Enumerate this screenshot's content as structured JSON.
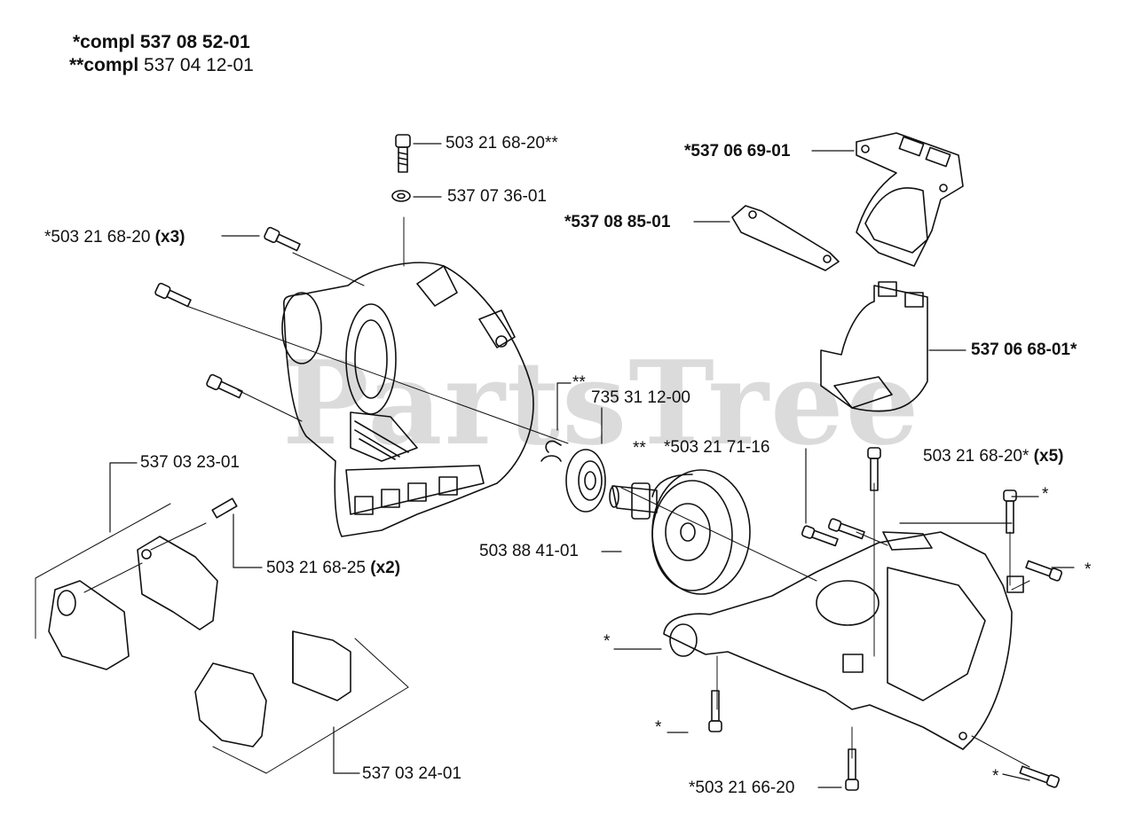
{
  "header": {
    "line1_prefix": "*compl ",
    "line1_number": "537 08 52-01",
    "line2_prefix": "**compl",
    "line2_number": " 537 04 12-01"
  },
  "watermark": "PartsTree",
  "labels": {
    "screw_top": "503 21 68-20**",
    "washer_top": "537 07 36-01",
    "screw_x3_num": "*503 21 68-20 ",
    "screw_x3_qty": "(x3)",
    "gasket_upper": "*537 06 69-01",
    "gasket_small": "*537 08 85-01",
    "cover": "537 06 68-01*",
    "star2_clip": "**",
    "bearing": "735 31 12-00",
    "star2_shaft": "**",
    "screw_71_16": "*503 21 71-16",
    "screw_x5_num": "503 21 68-20* ",
    "screw_x5_qty": "(x5)",
    "clamp_upper": "537 03 23-01",
    "screw_x2_num": "503 21 68-25 ",
    "screw_x2_qty": "(x2)",
    "flywheel": "503 88 41-01",
    "star_a": "*",
    "star_b": "*",
    "star_c": "*",
    "star_d": "*",
    "star_e": "*",
    "clamp_lower": "537 03 24-01",
    "screw_66_20": "*503 21 66-20"
  }
}
